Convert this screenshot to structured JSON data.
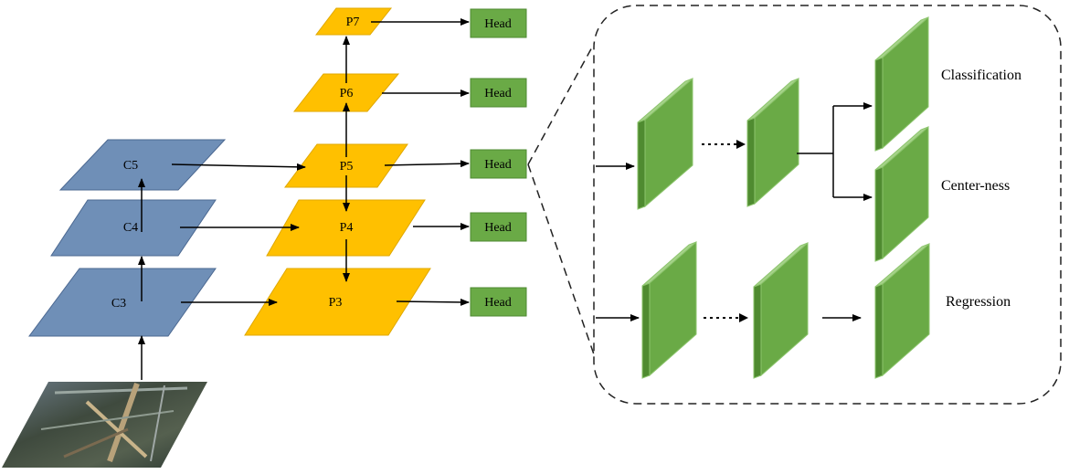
{
  "backbone": {
    "c3": "C3",
    "c4": "C4",
    "c5": "C5"
  },
  "fpn": {
    "p3": "P3",
    "p4": "P4",
    "p5": "P5",
    "p6": "P6",
    "p7": "P7"
  },
  "heads": [
    "Head",
    "Head",
    "Head",
    "Head",
    "Head"
  ],
  "head_detail": {
    "classification": "Classification",
    "centerness": "Center-ness",
    "regression": "Regression"
  },
  "colors": {
    "backbone": "#6f8fb7",
    "fpn": "#ffc000",
    "head": "#6aaa46"
  }
}
